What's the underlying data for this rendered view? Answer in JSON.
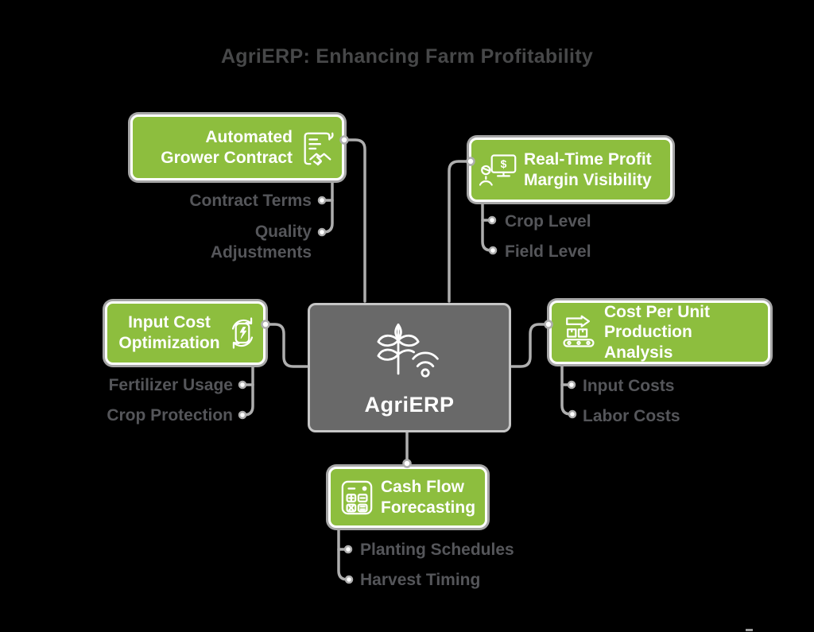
{
  "title": "AgriERP: Enhancing Farm Profitability",
  "center": {
    "label": "AgriERP",
    "icon": "plant-wifi-icon"
  },
  "branches": [
    {
      "label": "Automated Grower Contract",
      "icon": "contract-handshake-icon",
      "children": [
        "Contract Terms",
        "Quality Adjustments"
      ]
    },
    {
      "label": "Real-Time Profit Margin Visibility",
      "icon": "profit-monitor-icon",
      "children": [
        "Crop Level",
        "Field Level"
      ]
    },
    {
      "label": "Input Cost Optimization",
      "icon": "optimization-cycle-icon",
      "children": [
        "Fertilizer Usage",
        "Crop Protection"
      ]
    },
    {
      "label": "Cost Per Unit Production Analysis",
      "icon": "conveyor-production-icon",
      "children": [
        "Input Costs",
        "Labor Costs"
      ]
    },
    {
      "label": "Cash Flow Forecasting",
      "icon": "calculator-icon",
      "children": [
        "Planting Schedules",
        "Harvest Timing"
      ]
    }
  ],
  "colors": {
    "green": "#8dbe3e",
    "box_outline": "#a6a6a6",
    "center_fill": "#696969",
    "center_border": "#c6c6c6",
    "connector": "#aeaeae",
    "label_text": "#55565a",
    "title_text": "#474849"
  }
}
